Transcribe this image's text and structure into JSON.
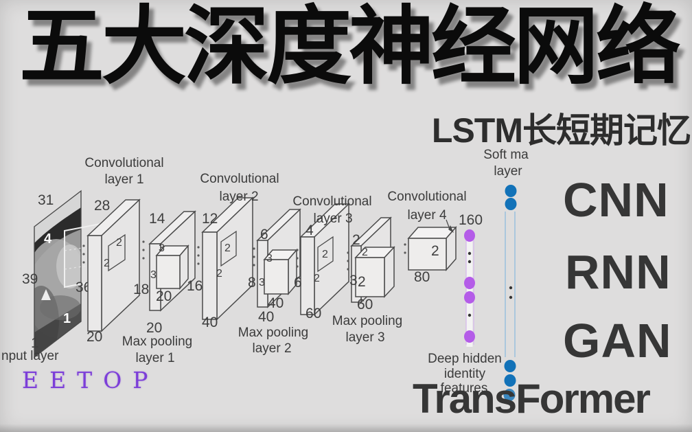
{
  "title": "五大深度神经网络",
  "subtitle": "LSTM长短期记忆",
  "labels": {
    "cnn": "CNN",
    "rnn": "RNN",
    "gan": "GAN",
    "transformer": "TransFormer"
  },
  "watermark": "EETOP",
  "colors": {
    "background": "#dedddd",
    "title": "#0b0b0b",
    "net_label": "#363636",
    "watermark": "#7c3ed8",
    "diagram_ink": "#4a4a4a",
    "deepid_dot": "#b45ce8",
    "softmax_dot": "#1272b8",
    "softmax_line": "#aac7dd"
  },
  "diagram": {
    "input": {
      "dim_top": "31",
      "dim_left": "39",
      "dim_right": "36",
      "patch_size": "4",
      "patch_channels": "1",
      "count": "1",
      "caption": "nput layer"
    },
    "conv1": {
      "title1": "Convolutional",
      "title2": "layer 1",
      "dim_top": "28",
      "filter_a": "2",
      "filter_b": "2",
      "dim_right": "18",
      "depth": "20"
    },
    "pool1": {
      "title1": "Max pooling",
      "title2": "layer 1",
      "dim_top": "14",
      "cube_a": "3",
      "cube_b": "3",
      "cube_depth": "20",
      "depth": "20",
      "dim_right": "16"
    },
    "conv2": {
      "title1": "Convolutional",
      "title2": "layer 2",
      "dim_top": "12",
      "filter_a": "2",
      "filter_b": "2",
      "depth": "40"
    },
    "pool2": {
      "title1": "Max pooling",
      "title2": "layer 2",
      "dim_top": "6",
      "cube_a": "3",
      "cube_b": "3",
      "dim_left": "8",
      "cube_depth": "40",
      "depth": "40"
    },
    "conv3": {
      "title1": "Convolutional",
      "title2": "layer 3",
      "dim_top": "4",
      "filter_a": "2",
      "filter_b": "2",
      "dim_left": "6",
      "depth": "60"
    },
    "pool3": {
      "title1": "Max pooling",
      "title2": "layer 3",
      "dim_top": "2",
      "cube_a": "2",
      "dim_b": "3",
      "dim_c": "2",
      "depth": "60"
    },
    "conv4": {
      "title1": "Convolutional",
      "title2": "layer 4",
      "dim": "2",
      "depth": "80"
    },
    "deepid": {
      "count": "160",
      "cap1": "Deep hidden",
      "cap2": "identity",
      "cap3": "features"
    },
    "softmax": {
      "cap1": "Soft ma",
      "cap2": "layer"
    }
  }
}
